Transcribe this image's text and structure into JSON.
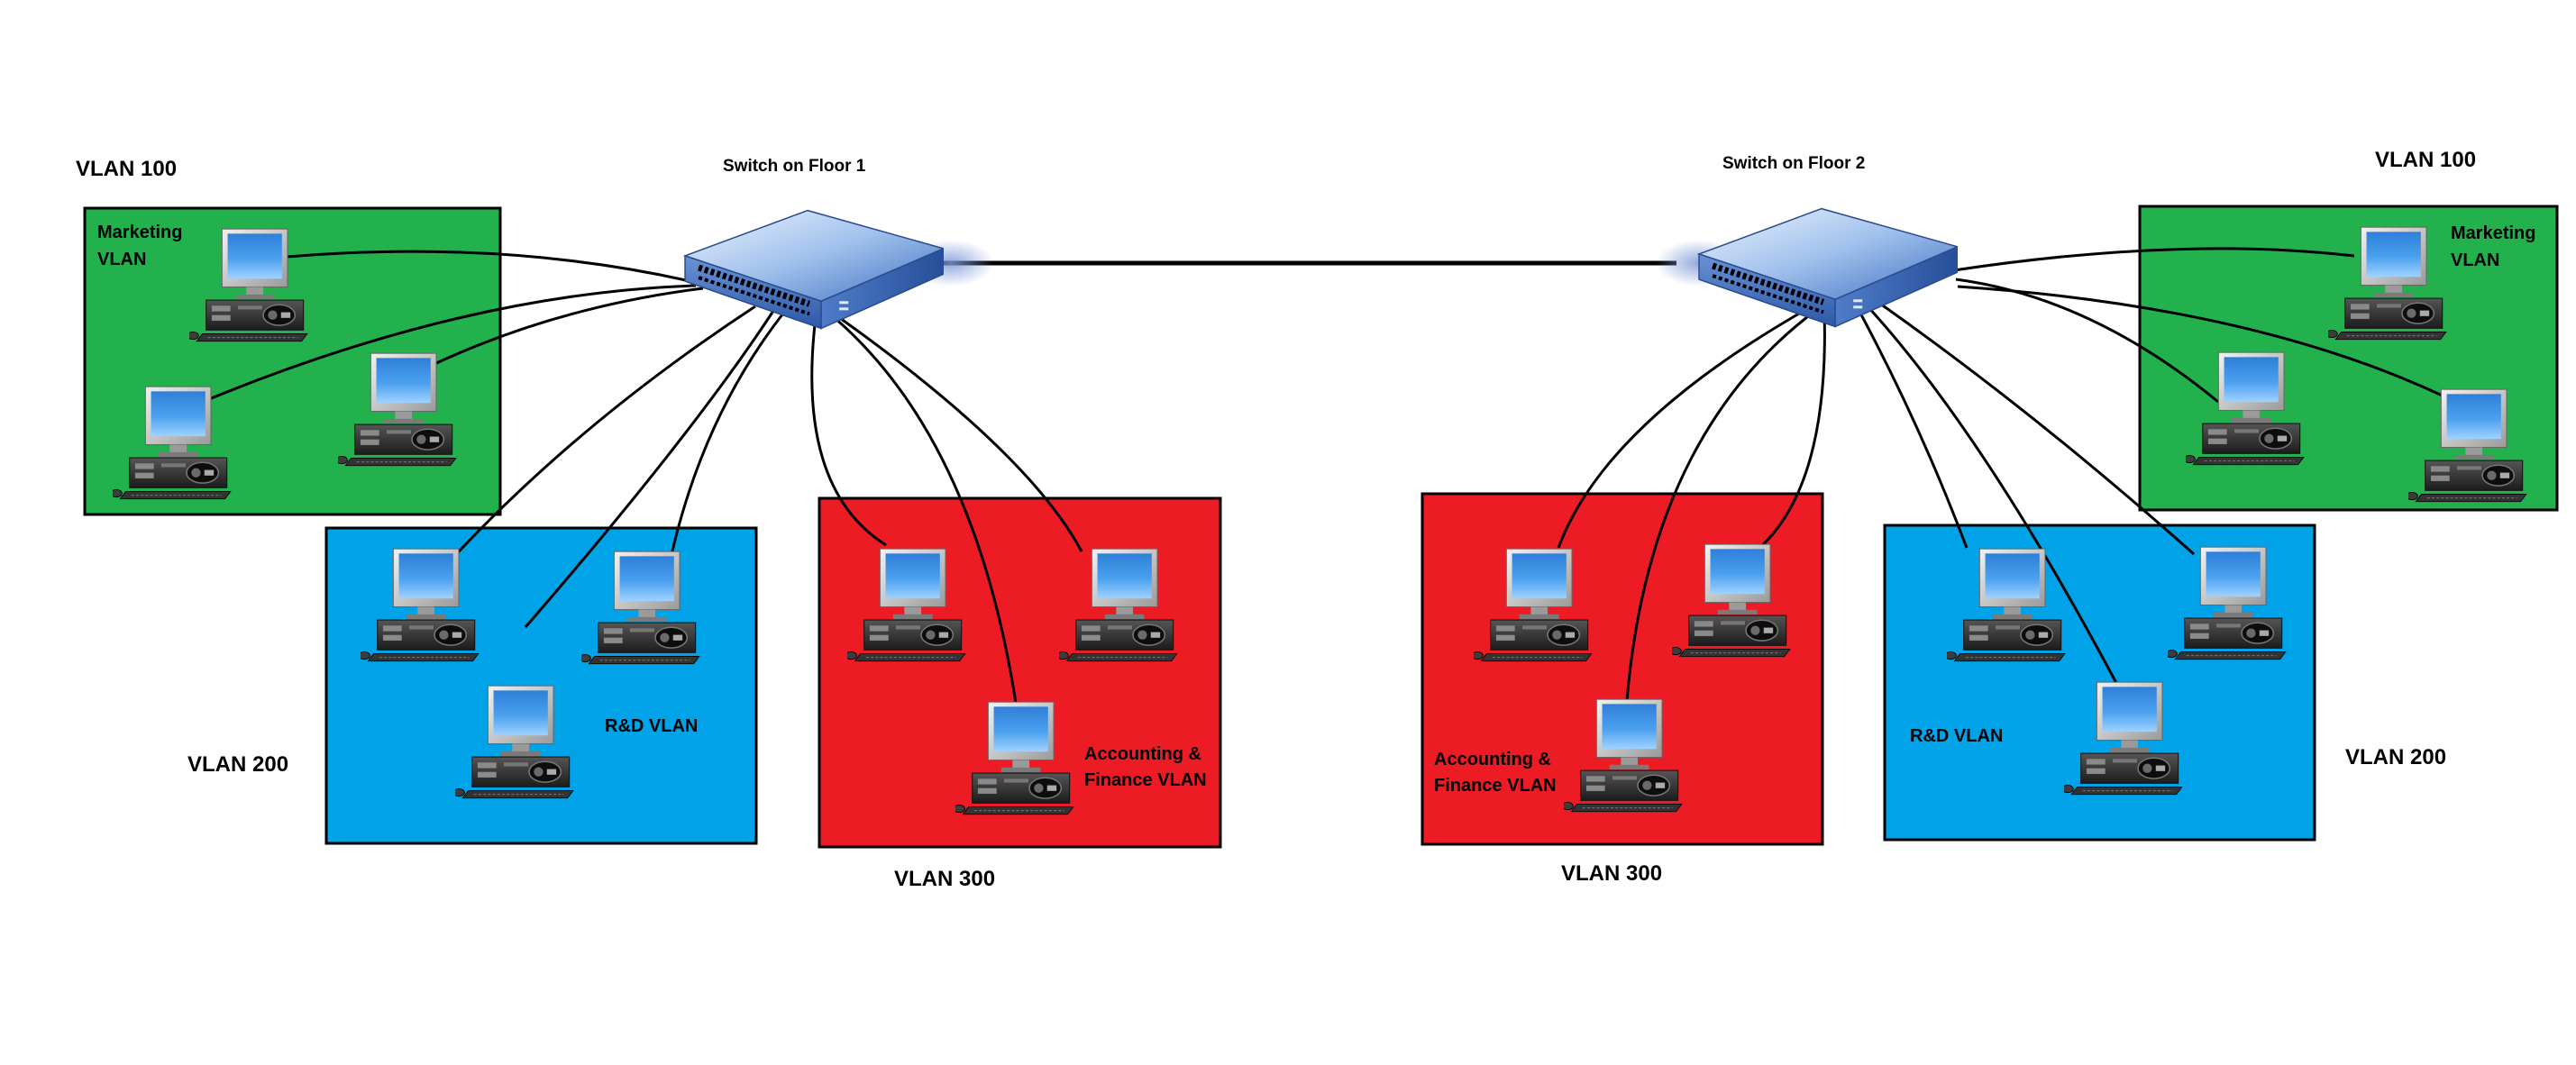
{
  "switches": [
    {
      "id": "floor1",
      "label": "Switch on Floor 1"
    },
    {
      "id": "floor2",
      "label": "Switch on Floor 2"
    }
  ],
  "zones": [
    {
      "id": "mkt-left",
      "type": "marketing",
      "color": "#22b14c",
      "label_lines": [
        "Marketing",
        "VLAN"
      ],
      "vlan_tag": "VLAN 100"
    },
    {
      "id": "rd-left",
      "type": "rd",
      "color": "#00a2e8",
      "label_lines": [
        "R&D VLAN"
      ],
      "vlan_tag": "VLAN 200"
    },
    {
      "id": "acc-left",
      "type": "accounting",
      "color": "#ed1c24",
      "label_lines": [
        "Accounting &",
        "Finance VLAN"
      ],
      "vlan_tag": "VLAN 300"
    },
    {
      "id": "acc-right",
      "type": "accounting",
      "color": "#ed1c24",
      "label_lines": [
        "Accounting &",
        "Finance VLAN"
      ],
      "vlan_tag": "VLAN 300"
    },
    {
      "id": "rd-right",
      "type": "rd",
      "color": "#00a2e8",
      "label_lines": [
        "R&D VLAN"
      ],
      "vlan_tag": "VLAN 200"
    },
    {
      "id": "mkt-right",
      "type": "marketing",
      "color": "#22b14c",
      "label_lines": [
        "Marketing",
        "VLAN"
      ],
      "vlan_tag": "VLAN 100"
    }
  ],
  "icons": {
    "switch": "network-switch-icon",
    "computer": "desktop-computer-icon"
  }
}
